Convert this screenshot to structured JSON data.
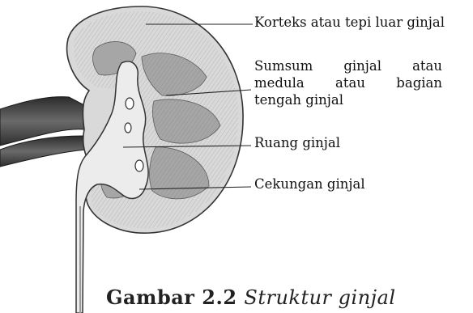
{
  "labels": {
    "cortex": "Korteks atau tepi luar ginjal",
    "medulla_lines": [
      "Sumsum ginjal atau",
      "medula atau bagian",
      "tengah ginjal"
    ],
    "pelvis": "Ruang ginjal",
    "calyx": "Cekungan ginjal"
  },
  "caption": {
    "number": "Gambar 2.2",
    "text": "Struktur ginjal"
  },
  "colors": {
    "cortex_fill": "#d9d9d9",
    "medulla_fill": "#a9a9a9",
    "pelvis_fill": "#ededed",
    "vessel_fill": "#3f3f3f",
    "line": "#222222"
  }
}
